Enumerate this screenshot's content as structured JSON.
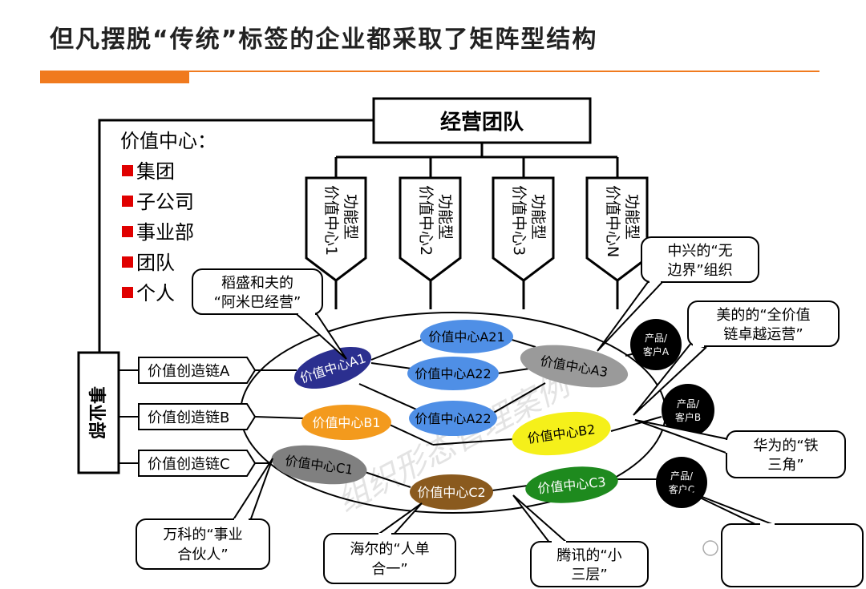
{
  "title": "但凡摆脱“传统”标签的企业都采取了矩阵型结构",
  "colors": {
    "accent": "#f07a1e",
    "bullet": "#e00000",
    "a1": "#2b2f8f",
    "blue_light": "#4f8fe6",
    "a3": "#9a9a9a",
    "b1": "#f39a1d",
    "b2": "#f5f01a",
    "c1": "#808080",
    "c2": "#8a5a1e",
    "c3": "#1e8a1e",
    "black": "#000000"
  },
  "team_box": "经营团队",
  "legend": {
    "header": "价值中心：",
    "items": [
      "集团",
      "子公司",
      "事业部",
      "团队",
      "个人"
    ]
  },
  "functions": [
    {
      "line1": "功能型",
      "line2": "价值中心1"
    },
    {
      "line1": "功能型",
      "line2": "价值中心2"
    },
    {
      "line1": "功能型",
      "line2": "价值中心3"
    },
    {
      "line1": "功能型",
      "line2": "价值中心N"
    }
  ],
  "division": "事业部",
  "chains": [
    "价值创造链A",
    "价值创造链B",
    "价值创造链C"
  ],
  "centers": {
    "a1": "价值中心A1",
    "a21": "价值中心A21",
    "a22": "价值中心A22",
    "a22b": "价值中心A22",
    "a3": "价值中心A3",
    "b1": "价值中心B1",
    "b2": "价值中心B2",
    "c1": "价值中心C1",
    "c2": "价值中心C2",
    "c3": "价值中心C3"
  },
  "customers": [
    {
      "line1": "产品/",
      "line2": "客户A"
    },
    {
      "line1": "产品/",
      "line2": "客户B"
    },
    {
      "line1": "产品/",
      "line2": "客户C"
    }
  ],
  "callouts": {
    "inamori": {
      "line1": "稻盛和夫的",
      "line2": "“阿米巴经营”"
    },
    "zte": {
      "line1": "中兴的“无",
      "line2": "边界”组织"
    },
    "midea": {
      "line1": "美的的“全价值",
      "line2": "链卓越运营”"
    },
    "huawei": {
      "line1": "华为的“铁",
      "line2": "三角”"
    },
    "vanke": {
      "line1": "万科的“事业",
      "line2": "合伙人”"
    },
    "haier": {
      "line1": "海尔的“人单",
      "line2": "合一”"
    },
    "tencent": {
      "line1": "腾讯的“小",
      "line2": "三层”"
    }
  },
  "watermark": "组织形态管理案例"
}
